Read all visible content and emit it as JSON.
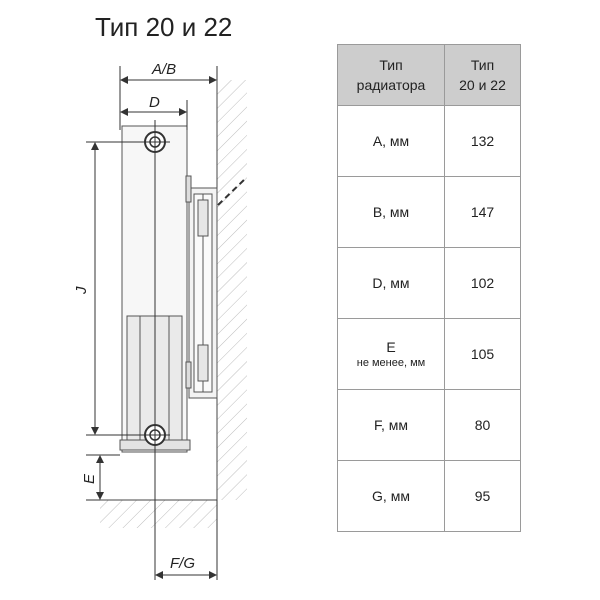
{
  "title": "Тип 20 и 22",
  "labels": {
    "ab": "A/B",
    "d": "D",
    "j": "J",
    "e": "E",
    "fg": "F/G"
  },
  "table": {
    "headers": [
      "Тип\nрадиатора",
      "Тип\n20 и 22"
    ],
    "header_col1_line1": "Тип",
    "header_col1_line2": "радиатора",
    "header_col2_line1": "Тип",
    "header_col2_line2": "20 и 22",
    "rows": [
      {
        "param": "A, мм",
        "value": "132"
      },
      {
        "param": "B, мм",
        "value": "147"
      },
      {
        "param": "D, мм",
        "value": "102"
      },
      {
        "param": "E",
        "sub": "не менее, мм",
        "value": "105"
      },
      {
        "param": "F, мм",
        "value": "80"
      },
      {
        "param": "G, мм",
        "value": "95"
      }
    ]
  }
}
